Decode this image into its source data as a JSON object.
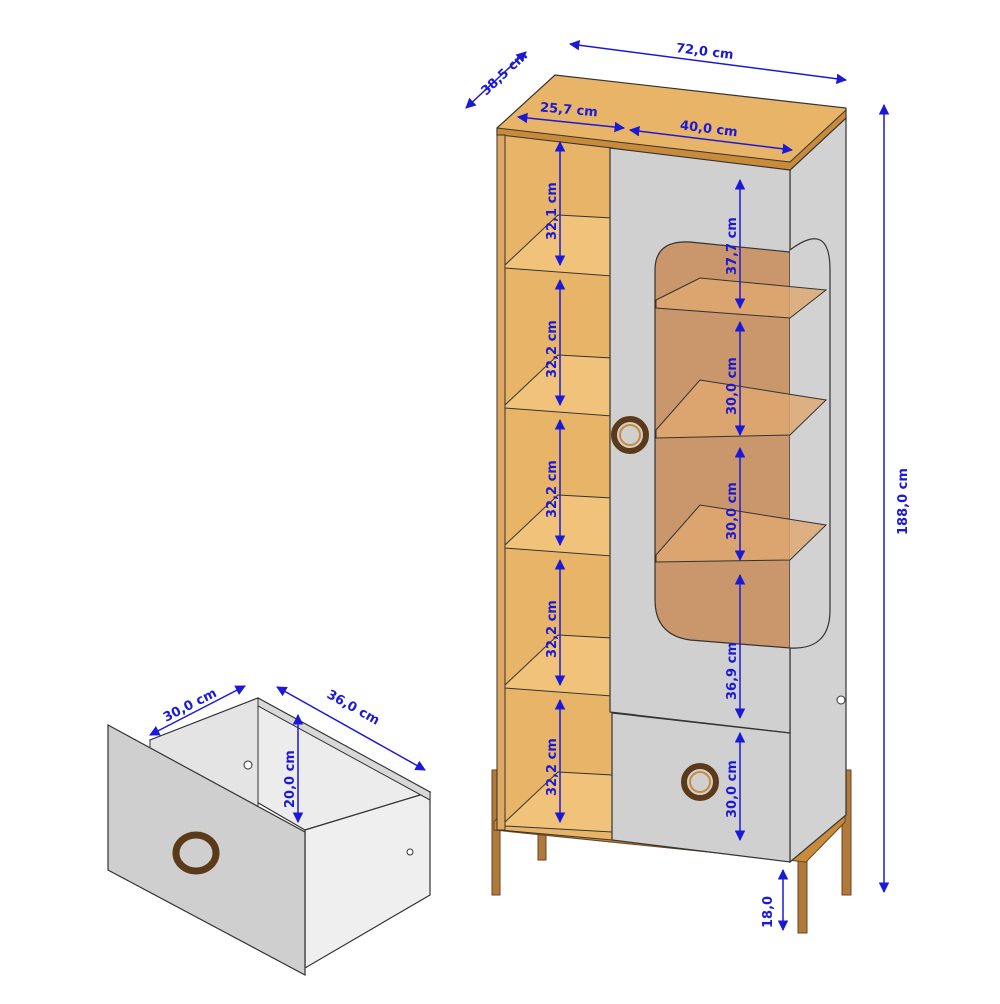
{
  "colors": {
    "dimension": "#1a1ad6",
    "panel_white": "#dcdcdc",
    "oak": "#e8b468",
    "oak_dark": "#c98a3a",
    "glass": "#c98c5a",
    "legs": "#b07a3c",
    "outline": "#333333"
  },
  "dimensions": {
    "depth": "38,5 cm",
    "width": "72,0 cm",
    "open_width": "25,7 cm",
    "door_width": "40,0 cm",
    "height": "188,0 cm",
    "shelf_1": "32,1 cm",
    "shelf_2": "32,2 cm",
    "shelf_3": "32,2 cm",
    "shelf_4": "32,2 cm",
    "shelf_5": "32,2 cm",
    "glass_1": "37,7 cm",
    "glass_2": "30,0 cm",
    "glass_3": "30,0 cm",
    "glass_4": "36,9 cm",
    "drawer_front": "30,0 cm",
    "leg_height": "18,0",
    "drawer_width": "30,0 cm",
    "drawer_depth": "36,0 cm",
    "drawer_height": "20,0 cm"
  }
}
